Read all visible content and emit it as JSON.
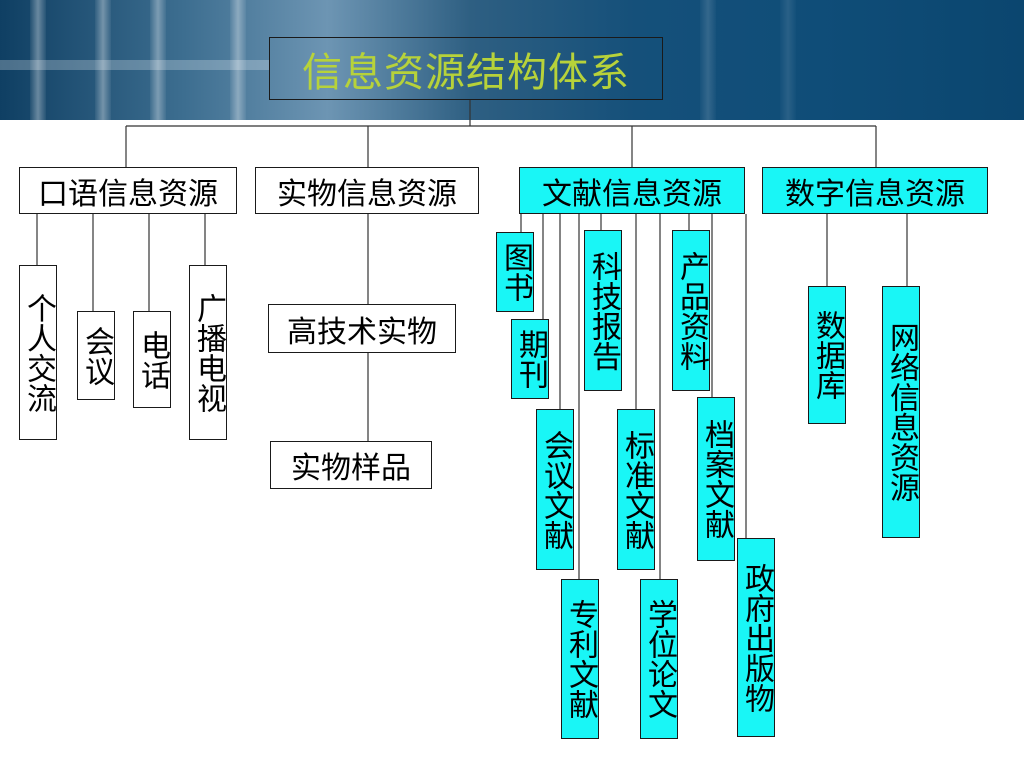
{
  "title": "信息资源结构体系",
  "colors": {
    "title_text": "#b7d23a",
    "highlight": "#19f6f6",
    "header": "#0f4d78"
  },
  "categories": {
    "oral": {
      "label": "口语信息资源",
      "children": [
        "个人交流",
        "会议",
        "电话",
        "广播电视"
      ]
    },
    "physical": {
      "label": "实物信息资源",
      "children": [
        "高技术实物",
        "实物样品"
      ]
    },
    "literature": {
      "label": "文献信息资源",
      "children": [
        "图书",
        "科技报告",
        "产品资料",
        "期刊",
        "会议文献",
        "标准文献",
        "档案文献",
        "政府出版物",
        "专利文献",
        "学位论文"
      ]
    },
    "digital": {
      "label": "数字信息资源",
      "children": [
        "数据库",
        "网络信息资源"
      ]
    }
  }
}
